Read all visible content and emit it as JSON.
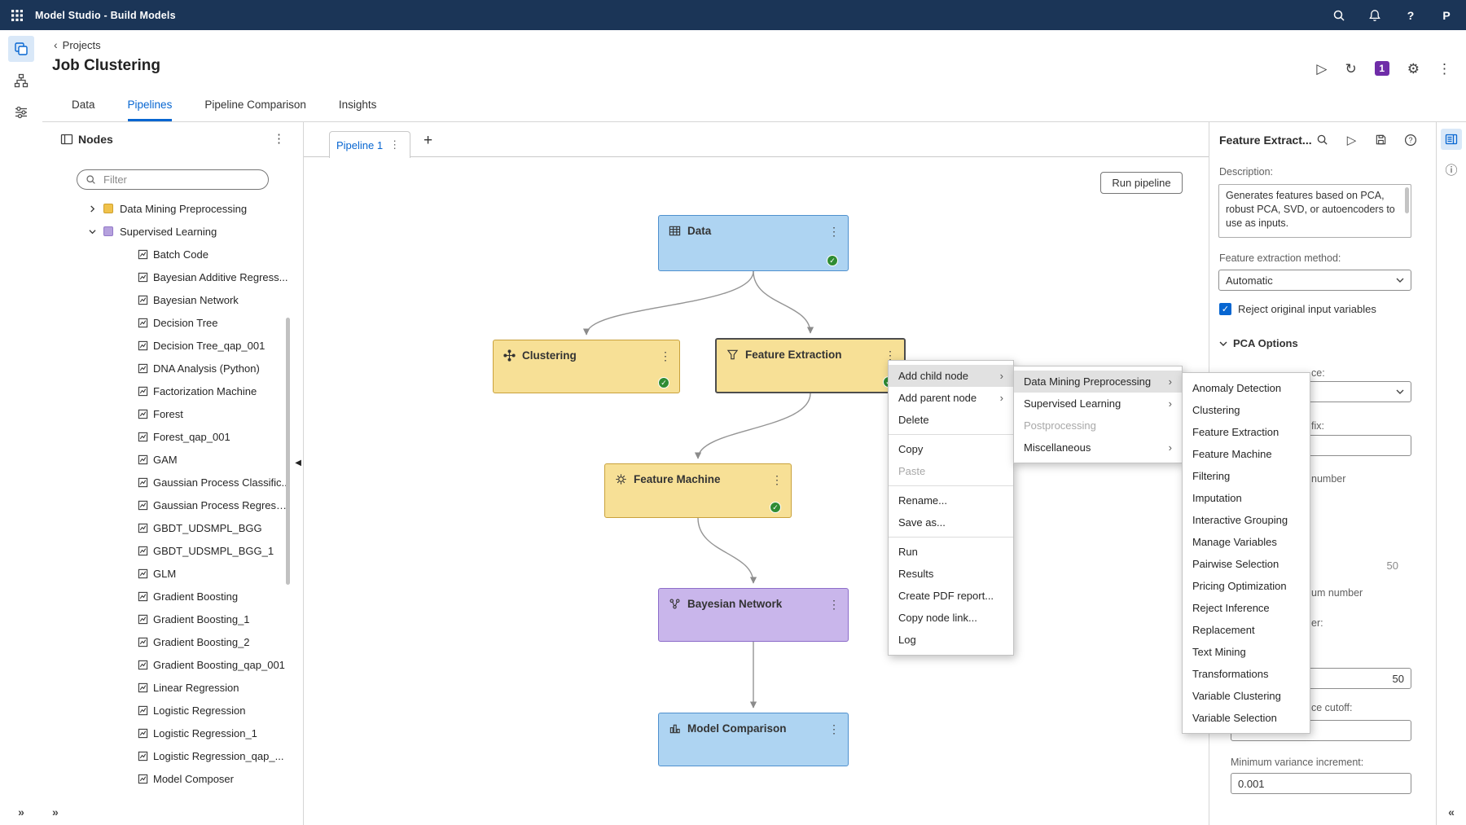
{
  "topbar": {
    "title": "Model Studio - Build Models",
    "help": "?",
    "avatar": "P"
  },
  "breadcrumb": {
    "back": "Projects"
  },
  "page": {
    "title": "Job Clustering",
    "run_count_badge": "1"
  },
  "tabs": [
    {
      "label": "Data"
    },
    {
      "label": "Pipelines",
      "active": true
    },
    {
      "label": "Pipeline Comparison"
    },
    {
      "label": "Insights"
    }
  ],
  "nodes_panel": {
    "title": "Nodes",
    "filter_placeholder": "Filter",
    "groups": [
      {
        "label": "Data Mining Preprocessing",
        "expanded": false
      },
      {
        "label": "Supervised Learning",
        "expanded": true
      }
    ],
    "items": [
      {
        "label": "Batch Code"
      },
      {
        "label": "Bayesian Additive Regress..."
      },
      {
        "label": "Bayesian Network"
      },
      {
        "label": "Decision Tree"
      },
      {
        "label": "Decision Tree_qap_001"
      },
      {
        "label": "DNA Analysis (Python)"
      },
      {
        "label": "Factorization Machine"
      },
      {
        "label": "Forest"
      },
      {
        "label": "Forest_qap_001"
      },
      {
        "label": "GAM"
      },
      {
        "label": "Gaussian Process Classific..."
      },
      {
        "label": "Gaussian Process Regressi..."
      },
      {
        "label": "GBDT_UDSMPL_BGG"
      },
      {
        "label": "GBDT_UDSMPL_BGG_1"
      },
      {
        "label": "GLM"
      },
      {
        "label": "Gradient Boosting"
      },
      {
        "label": "Gradient Boosting_1"
      },
      {
        "label": "Gradient Boosting_2"
      },
      {
        "label": "Gradient Boosting_qap_001"
      },
      {
        "label": "Linear Regression"
      },
      {
        "label": "Logistic Regression"
      },
      {
        "label": "Logistic Regression_1"
      },
      {
        "label": "Logistic Regression_qap_..."
      },
      {
        "label": "Model Composer"
      }
    ]
  },
  "canvas": {
    "pipeline_tab": {
      "label": "Pipeline 1"
    },
    "new_tab": "+",
    "run_button": "Run pipeline",
    "nodes": [
      {
        "label": "Data"
      },
      {
        "label": "Clustering"
      },
      {
        "label": "Feature Extraction"
      },
      {
        "label": "Feature Machine"
      },
      {
        "label": "Bayesian Network"
      },
      {
        "label": "Model Comparison"
      }
    ]
  },
  "context_menu": {
    "items": [
      {
        "label": "Add child node",
        "has_sub": true,
        "hl": true
      },
      {
        "label": "Add parent node",
        "has_sub": true
      },
      {
        "label": "Delete"
      },
      {
        "sep": true
      },
      {
        "label": "Copy"
      },
      {
        "label": "Paste",
        "dis": true
      },
      {
        "sep": true
      },
      {
        "label": "Rename..."
      },
      {
        "label": "Save as..."
      },
      {
        "sep": true
      },
      {
        "label": "Run"
      },
      {
        "label": "Results"
      },
      {
        "label": "Create PDF report..."
      },
      {
        "label": "Copy node link..."
      },
      {
        "label": "Log"
      }
    ]
  },
  "submenu_categories": {
    "items": [
      {
        "label": "Data Mining Preprocessing",
        "has_sub": true,
        "hl": true
      },
      {
        "label": "Supervised Learning",
        "has_sub": true
      },
      {
        "label": "Postprocessing",
        "dis": true
      },
      {
        "label": "Miscellaneous",
        "has_sub": true
      }
    ]
  },
  "submenu_preprocessing": {
    "items": [
      {
        "label": "Anomaly Detection"
      },
      {
        "label": "Clustering"
      },
      {
        "label": "Feature Extraction"
      },
      {
        "label": "Feature Machine"
      },
      {
        "label": "Filtering"
      },
      {
        "label": "Imputation"
      },
      {
        "label": "Interactive Grouping"
      },
      {
        "label": "Manage Variables"
      },
      {
        "label": "Pairwise Selection"
      },
      {
        "label": "Pricing Optimization"
      },
      {
        "label": "Reject Inference"
      },
      {
        "label": "Replacement"
      },
      {
        "label": "Text Mining"
      },
      {
        "label": "Transformations"
      },
      {
        "label": "Variable Clustering"
      },
      {
        "label": "Variable Selection"
      }
    ]
  },
  "right_panel": {
    "title": "Feature Extract...",
    "description_label": "Description:",
    "description_text": "Generates features based on PCA, robust PCA, SVD, or autoencoders to use as inputs.",
    "method_label": "Feature extraction method:",
    "method_value": "Automatic",
    "reject_checkbox_label": "Reject original input variables",
    "pca_section_label": "PCA Options",
    "obscured": {
      "frag_ce": "ce:",
      "frag_fix": "fix:",
      "frag_number": "number",
      "gray_value": "50",
      "frag_um_number": "um number",
      "frag_er": "er:",
      "input_value_50": "50",
      "frag_ce_cutoff": "ce cutoff:"
    },
    "min_variance_label": "Minimum variance increment:",
    "min_variance_value": "0.001"
  },
  "colors": {
    "accent": "#0766d1",
    "topbar": "#1b3557",
    "node_blue": "#aed4f2",
    "node_yellow": "#f7e096",
    "node_purple": "#c9b6eb",
    "check_green": "#2f8c33",
    "badge_purple": "#6f2da8"
  }
}
